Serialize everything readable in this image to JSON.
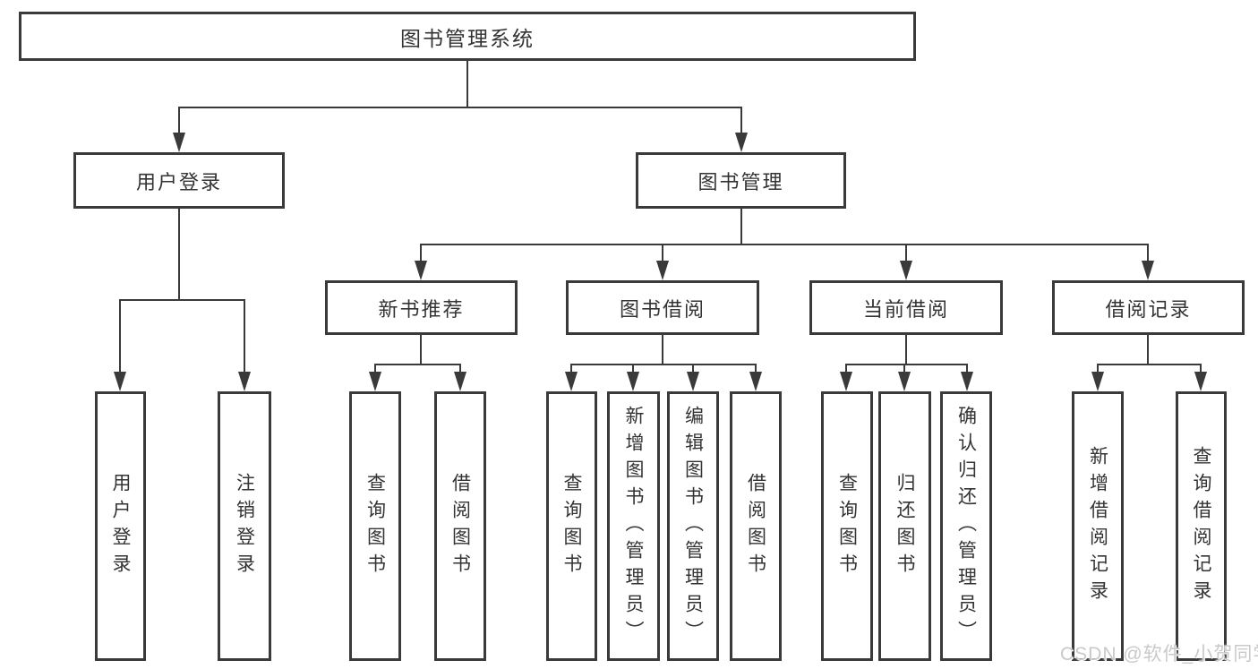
{
  "nodes": {
    "root": "图书管理系统",
    "user_login": "用户登录",
    "book_mgmt": "图书管理",
    "new_books": "新书推荐",
    "book_borrow": "图书借阅",
    "current_borrow": "当前借阅",
    "borrow_records": "借阅记录",
    "user_login_leaf": "用户登录",
    "logout_leaf": "注销登录",
    "nb_query": "查询图书",
    "nb_borrow": "借阅图书",
    "bb_query": "查询图书",
    "bb_add": "新增图书（管理员）",
    "bb_edit": "编辑图书（管理员）",
    "bb_borrow": "借阅图书",
    "cb_query": "查询图书",
    "cb_return": "归还图书",
    "cb_confirm": "确认归还（管理员）",
    "br_add": "新增借阅记录",
    "br_query": "查询借阅记录"
  },
  "watermark": {
    "text": "CSDN @软件_小贺同学"
  },
  "colors": {
    "line": "#3a3a3a",
    "text": "#333333",
    "background": "#ffffff",
    "watermark": "#c9c9c9"
  }
}
